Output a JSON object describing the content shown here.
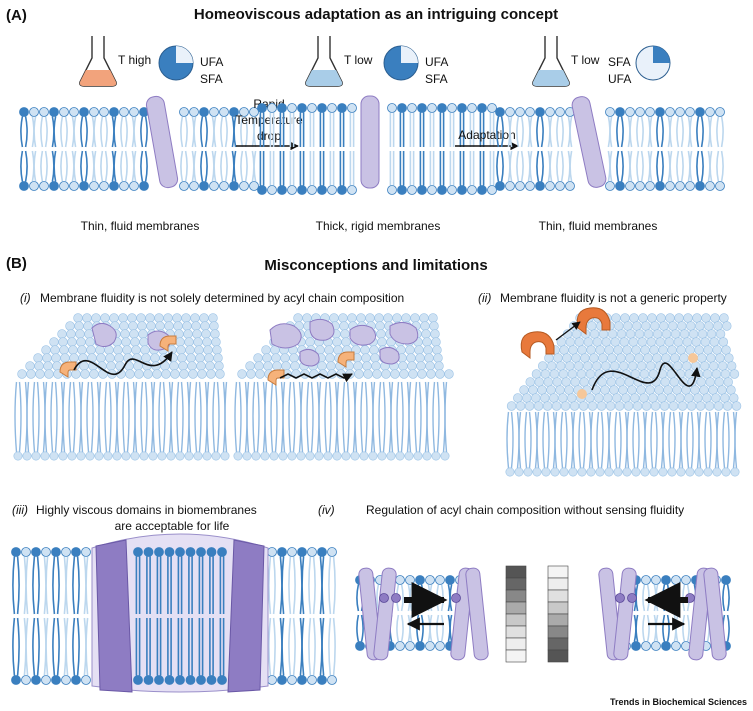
{
  "panel_a": {
    "label": "(A)",
    "title": "Homeoviscous adaptation as an intriguing concept",
    "stage1": {
      "temp": "T high",
      "pie_labels": [
        "UFA",
        "SFA"
      ],
      "caption": "Thin, fluid membranes"
    },
    "arrow1": [
      "Rapid",
      "Temperature",
      "drop"
    ],
    "stage2": {
      "temp": "T low",
      "pie_labels": [
        "UFA",
        "SFA"
      ],
      "caption": "Thick, rigid membranes"
    },
    "arrow2": "Adaptation",
    "stage3": {
      "temp": "T low",
      "pie_labels": [
        "SFA",
        "UFA"
      ],
      "caption": "Thin, fluid membranes"
    }
  },
  "panel_b": {
    "label": "(B)",
    "title": "Misconceptions and limitations",
    "i": {
      "num": "(i)",
      "text": "Membrane fluidity is not solely determined by acyl chain composition"
    },
    "ii": {
      "num": "(ii)",
      "text": "Membrane fluidity is not a generic property"
    },
    "iii": {
      "num": "(iii)",
      "line1": "Highly viscous domains in biomembranes",
      "line2": "are acceptable for life"
    },
    "iv": {
      "num": "(iv)",
      "text": "Regulation of acyl chain composition without sensing fluidity"
    }
  },
  "credit": "Trends in Biochemical Sciences",
  "colors": {
    "lipid_dark": "#3a7fbf",
    "lipid_light": "#bcd7ee",
    "head_fill": "#cfe2f3",
    "protein": "#c9c2e4",
    "protein_dark": "#8e7cc3",
    "flask_warm": "#f2a37c",
    "flask_cold": "#a9cde8",
    "molecule": "#f6b27a"
  }
}
